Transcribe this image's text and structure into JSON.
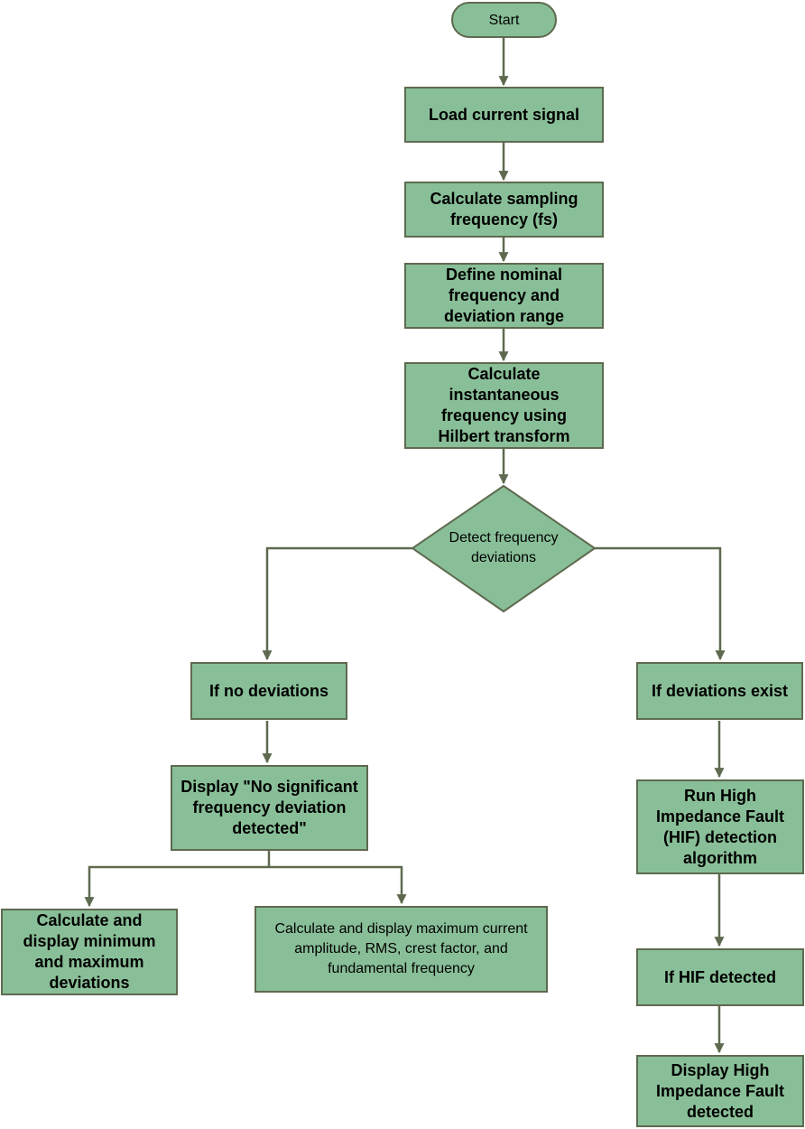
{
  "nodes": {
    "start": "Start",
    "load": "Load current signal",
    "sampling": "Calculate sampling frequency (fs)",
    "nominal": "Define nominal frequency and deviation range",
    "hilbert": "Calculate instantaneous frequency using Hilbert transform",
    "detect": "Detect frequency deviations",
    "no_dev": "If no deviations",
    "dev_exist": "If deviations exist",
    "display_no": "Display \"No significant frequency deviation detected\"",
    "min_max": "Calculate and display minimum and maximum deviations",
    "amplitude": "Calculate and display maximum current amplitude, RMS, crest factor, and fundamental frequency",
    "hif_run": "Run High Impedance Fault (HIF) detection algorithm",
    "hif_detected": "If HIF detected",
    "hif_display": "Display High Impedance Fault detected"
  },
  "colors": {
    "fill": "#89bf98",
    "stroke": "#5e6a4f",
    "text": "#000000"
  }
}
